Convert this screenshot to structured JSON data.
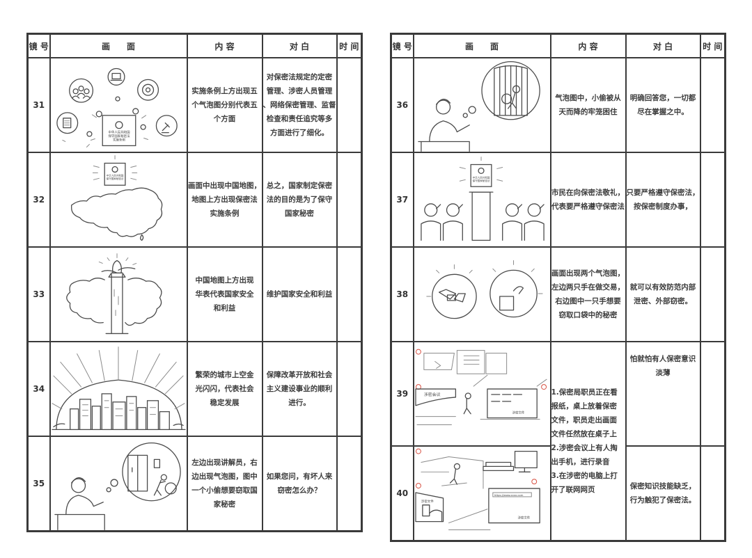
{
  "headers": {
    "shot": "镜 号",
    "frame": "画　　面",
    "content": "内 容",
    "dialogue": "对 白",
    "time": "时 间"
  },
  "left_rows": [
    {
      "shot": "31",
      "content": "实施条例上方出现五\n个气泡图分别代表五\n个方面",
      "dialogue": "对保密法规定的定密\n管理、涉密人员管理\n、网络保密管理、监督\n检查和责任追究等多\n方面进行了细化。"
    },
    {
      "shot": "32",
      "content": "画面中出现中国地图，\n地图上方出现保密法\n实施条例",
      "dialogue": "总之，国家制定保密\n法的目的是为了保守\n国家秘密"
    },
    {
      "shot": "33",
      "content": "中国地图上方出现\n华表代表国家安全\n和利益",
      "dialogue": "维护国家安全和利益"
    },
    {
      "shot": "34",
      "content": "繁荣的城市上空金\n光闪闪，代表社会\n稳定发展",
      "dialogue": "保障改革开放和社会\n主义建设事业的顺利\n进行。"
    },
    {
      "shot": "35",
      "content": "左边出现讲解员，右\n边出现气泡图，图中\n一个小偷想要窃取国\n家秘密",
      "dialogue": "如果您问，有坏人来\n窃密怎么办？"
    }
  ],
  "right_rows": [
    {
      "shot": "36",
      "content": "气泡图中，小偷被从\n天而降的牢笼困住",
      "dialogue": "明确回答您，一切都\n尽在掌握之中。"
    },
    {
      "shot": "37",
      "content": "市民在向保密法敬礼，\n代表要严格遵守保密法",
      "dialogue": "只要严格遵守保密法，\n按保密制度办事，"
    },
    {
      "shot": "38",
      "content": "画面出现两个气泡图，\n左边两只手在做交易，\n右边图中一只手想要\n窃取口袋中的秘密",
      "dialogue": "就可以有效防范内部\n泄密、外部窃密。"
    },
    {
      "shot": "39",
      "dialogue": "怕就怕有人保密意识\n淡薄"
    },
    {
      "shot": "40",
      "dialogue": "保密知识技能缺乏，\n行为触犯了保密法。"
    }
  ],
  "merged_content_39_40": "1.保密局职员正在看\n报纸，桌上放着保密\n文件，职员走出画面\n文件任然放在桌子上\n2.涉密会议上有人掏\n出手机，进行录音\n3.在涉密的电脑上打\n开了联网网页",
  "sketch_labels": {
    "book_title_31": "中华人民共和国\n保守国家秘密法\n实施条例",
    "book_title_small": "中华人民共和国\n保守国家秘密法",
    "meeting_label": "涉密会议",
    "secret_file": "涉密文件",
    "url": "https://www.xxxx.com"
  },
  "colors": {
    "border": "#3a3a3a",
    "text": "#3d3d3d",
    "annotation_red": "#d64b3c"
  }
}
